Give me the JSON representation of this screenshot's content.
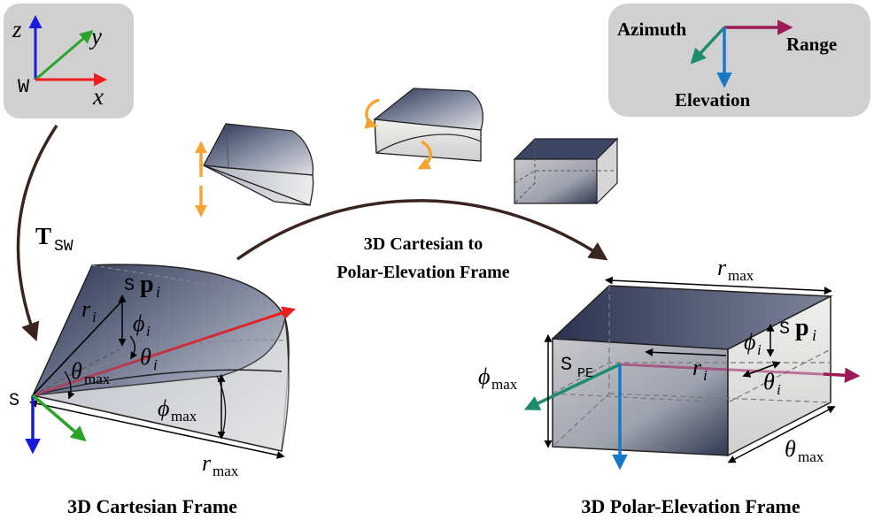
{
  "legend_world": {
    "z": "z",
    "y": "y",
    "x": "x",
    "origin": "W"
  },
  "legend_sensor": {
    "azimuth": "Azimuth",
    "range": "Range",
    "elevation": "Elevation"
  },
  "transform": {
    "T": "T",
    "sub": "SW"
  },
  "transition": {
    "line1": "3D Cartesian to",
    "line2": "Polar-Elevation Frame"
  },
  "cartesian": {
    "caption": "3D Cartesian Frame",
    "origin": "S",
    "point_pre": "S",
    "point": "p",
    "point_sub": "i",
    "r": "r",
    "r_sub": "i",
    "phi": "ϕ",
    "phi_sub": "i",
    "theta": "θ",
    "theta_sub": "i",
    "theta_max": "θ",
    "theta_max_sub": "max",
    "phi_max": "ϕ",
    "phi_max_sub": "max",
    "r_max": "r",
    "r_max_sub": "max"
  },
  "polar": {
    "caption": "3D Polar-Elevation Frame",
    "origin": "S",
    "origin_sub": "PE",
    "point_pre": "S",
    "point": "p",
    "point_sub": "i",
    "r": "r",
    "r_sub": "i",
    "phi": "ϕ",
    "phi_sub": "i",
    "theta": "θ",
    "theta_sub": "i",
    "r_max": "r",
    "r_max_sub": "max",
    "phi_max": "ϕ",
    "phi_max_sub": "max",
    "theta_max": "θ",
    "theta_max_sub": "max"
  },
  "colors": {
    "x_axis": "#ee1c1c",
    "y_axis": "#2aa32a",
    "z_axis": "#1a1adf",
    "range": "#9c1b57",
    "azimuth": "#1e8a6e",
    "elevation": "#1a78c8",
    "orange": "#f5a431",
    "arrow_dark": "#3a2420",
    "box_gray": "#d0d0d0"
  }
}
